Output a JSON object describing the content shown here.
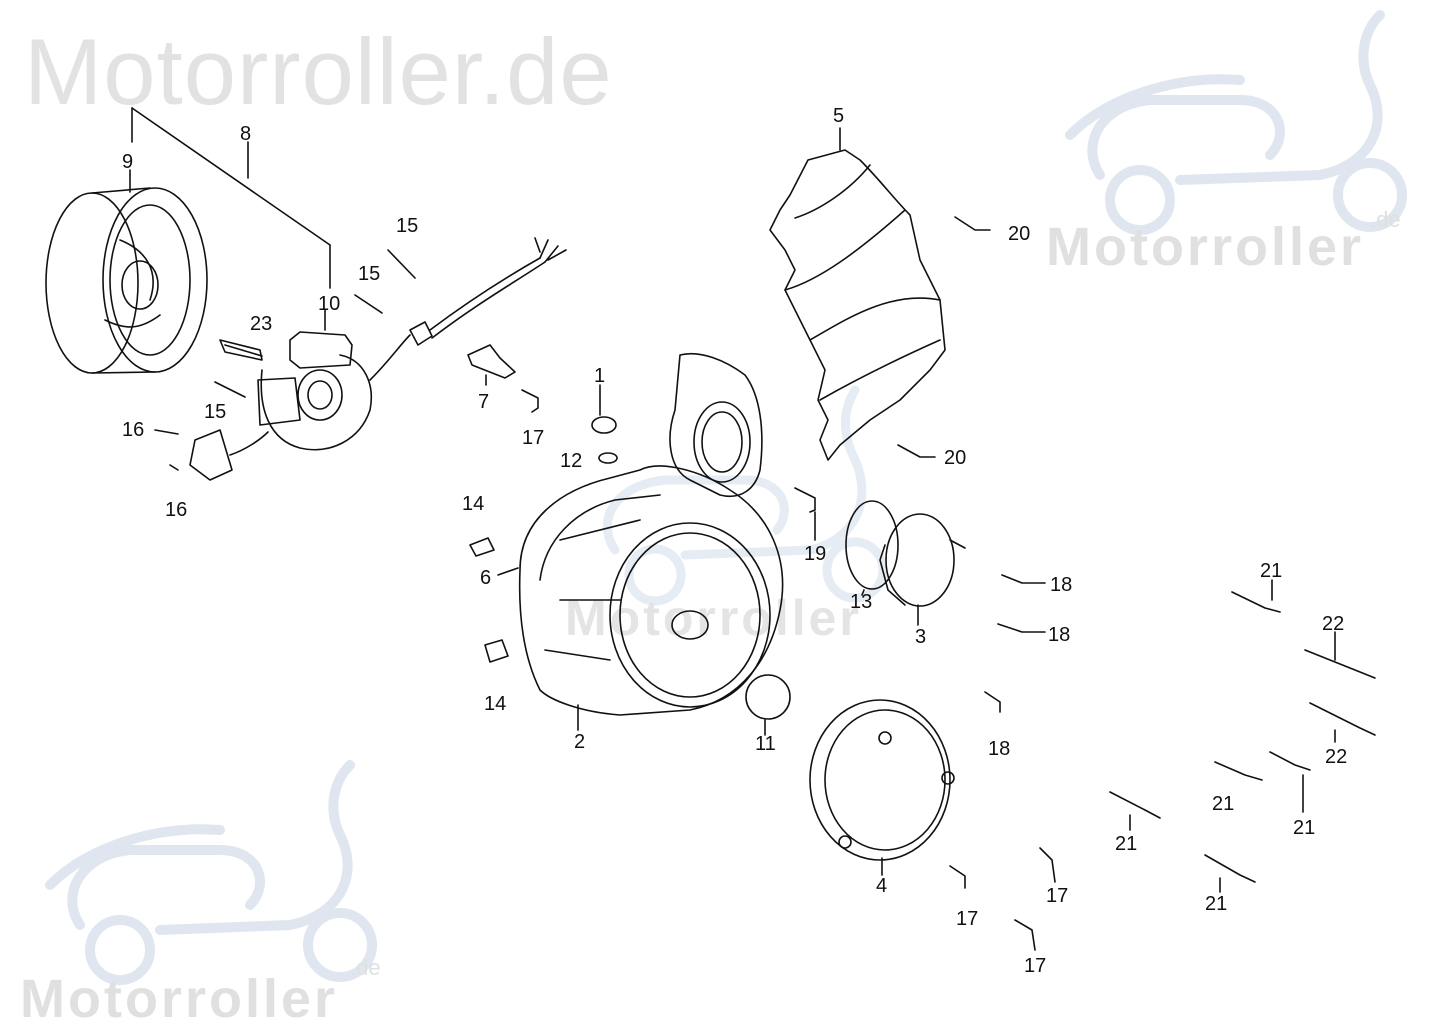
{
  "watermark": {
    "main_text": "Motorroller.de",
    "logo_text": "Motorroller",
    "logo_suffix": ".de"
  },
  "callouts": [
    {
      "id": "c-9",
      "label": "9"
    },
    {
      "id": "c-8",
      "label": "8"
    },
    {
      "id": "c-10",
      "label": "10"
    },
    {
      "id": "c-15a",
      "label": "15"
    },
    {
      "id": "c-15b",
      "label": "15"
    },
    {
      "id": "c-15c",
      "label": "15"
    },
    {
      "id": "c-23",
      "label": "23"
    },
    {
      "id": "c-16a",
      "label": "16"
    },
    {
      "id": "c-16b",
      "label": "16"
    },
    {
      "id": "c-7",
      "label": "7"
    },
    {
      "id": "c-17a",
      "label": "17"
    },
    {
      "id": "c-1",
      "label": "1"
    },
    {
      "id": "c-12",
      "label": "12"
    },
    {
      "id": "c-5",
      "label": "5"
    },
    {
      "id": "c-20a",
      "label": "20"
    },
    {
      "id": "c-20b",
      "label": "20"
    },
    {
      "id": "c-14a",
      "label": "14"
    },
    {
      "id": "c-6",
      "label": "6"
    },
    {
      "id": "c-14b",
      "label": "14"
    },
    {
      "id": "c-2",
      "label": "2"
    },
    {
      "id": "c-19",
      "label": "19"
    },
    {
      "id": "c-13",
      "label": "13"
    },
    {
      "id": "c-3",
      "label": "3"
    },
    {
      "id": "c-18a",
      "label": "18"
    },
    {
      "id": "c-18b",
      "label": "18"
    },
    {
      "id": "c-18c",
      "label": "18"
    },
    {
      "id": "c-11",
      "label": "11"
    },
    {
      "id": "c-4",
      "label": "4"
    },
    {
      "id": "c-17b",
      "label": "17"
    },
    {
      "id": "c-17c",
      "label": "17"
    },
    {
      "id": "c-17d",
      "label": "17"
    },
    {
      "id": "c-21a",
      "label": "21"
    },
    {
      "id": "c-22a",
      "label": "22"
    },
    {
      "id": "c-22b",
      "label": "22"
    },
    {
      "id": "c-21b",
      "label": "21"
    },
    {
      "id": "c-21c",
      "label": "21"
    },
    {
      "id": "c-21d",
      "label": "21"
    },
    {
      "id": "c-21e",
      "label": "21"
    }
  ]
}
